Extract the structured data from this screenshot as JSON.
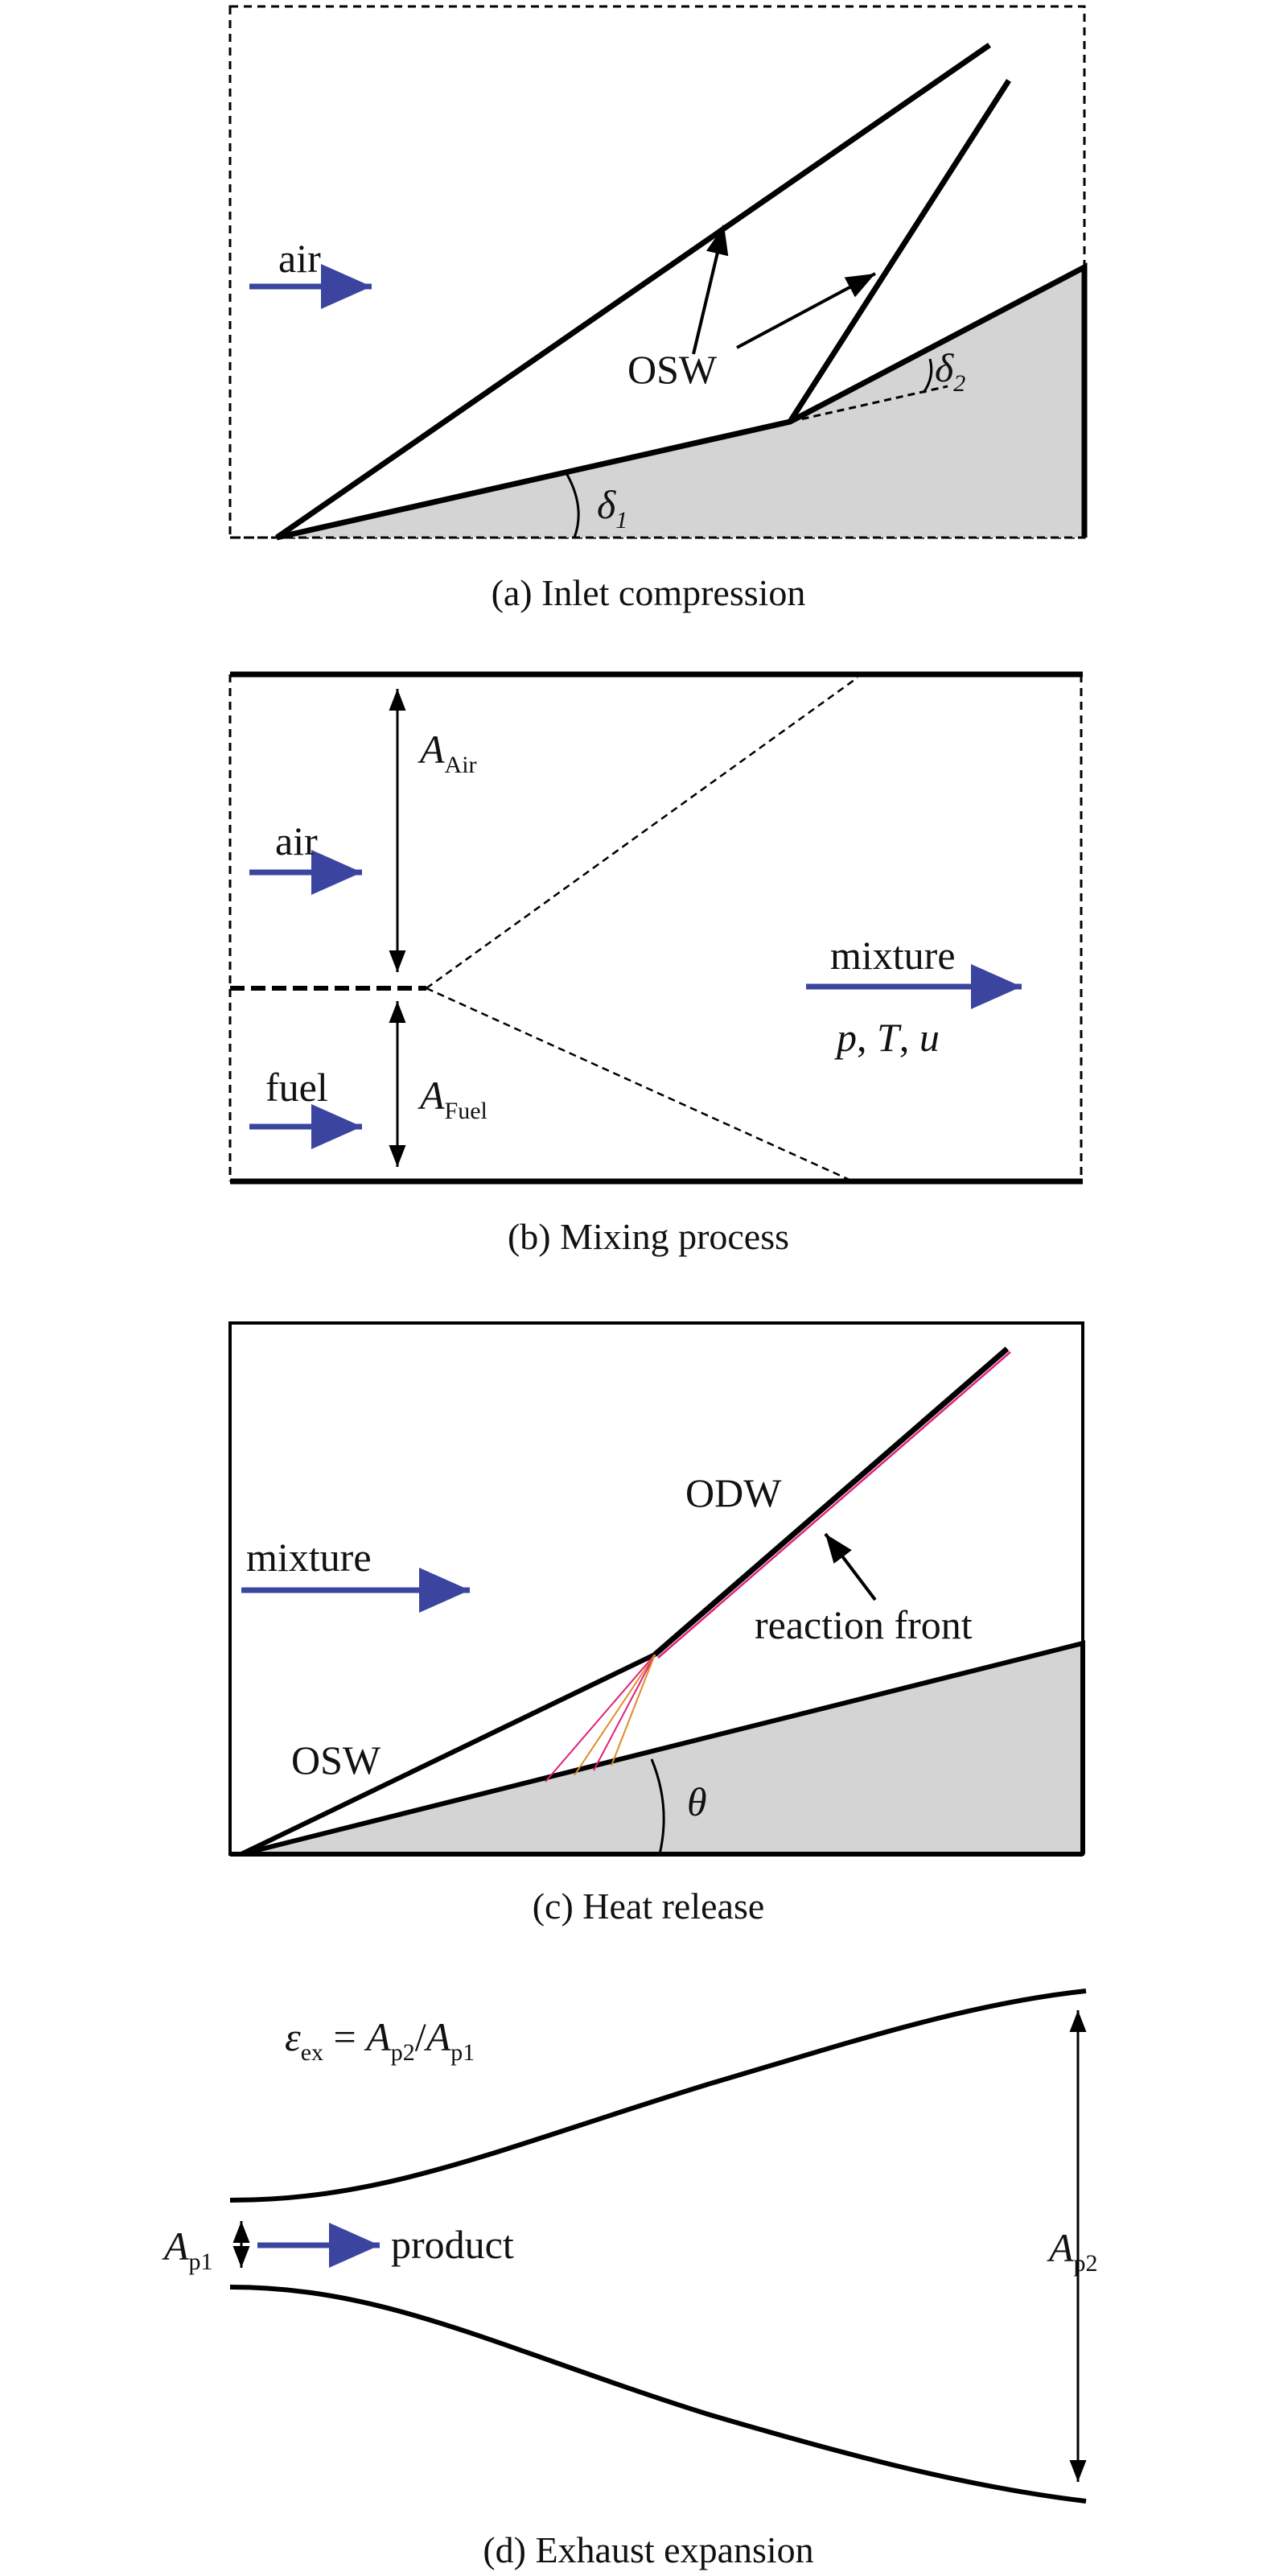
{
  "panels": {
    "a": {
      "caption": "(a) Inlet compression",
      "air_label": "air",
      "osw_label": "OSW",
      "delta1": "δ",
      "delta1_sub": "1",
      "delta2": "δ",
      "delta2_sub": "2"
    },
    "b": {
      "caption": "(b) Mixing process",
      "air_label": "air",
      "fuel_label": "fuel",
      "mixture_label": "mixture",
      "state_p": "p",
      "state_t": "T",
      "state_u": "u",
      "sep": ", ",
      "area_air": "A",
      "area_air_sub": "Air",
      "area_fuel": "A",
      "area_fuel_sub": "Fuel"
    },
    "c": {
      "caption": "(c) Heat release",
      "mixture_label": "mixture",
      "odw_label": "ODW",
      "osw_label": "OSW",
      "reaction_label": "reaction front",
      "theta": "θ"
    },
    "d": {
      "caption": "(d) Exhaust expansion",
      "product_label": "product",
      "eps": "ε",
      "eps_sub": "ex",
      "eq": " = ",
      "ap": "A",
      "ap2_sub": "p2",
      "slash": "/",
      "ap1_sub": "p1",
      "ap1_label": "A",
      "ap1_label_sub": "p1",
      "ap2_label": "A",
      "ap2_label_sub": "p2"
    }
  },
  "colors": {
    "arrow": "#3b45a0",
    "wedge": "#d4d4d4",
    "reaction": "#e0207a",
    "fan": "#e08a2a"
  }
}
